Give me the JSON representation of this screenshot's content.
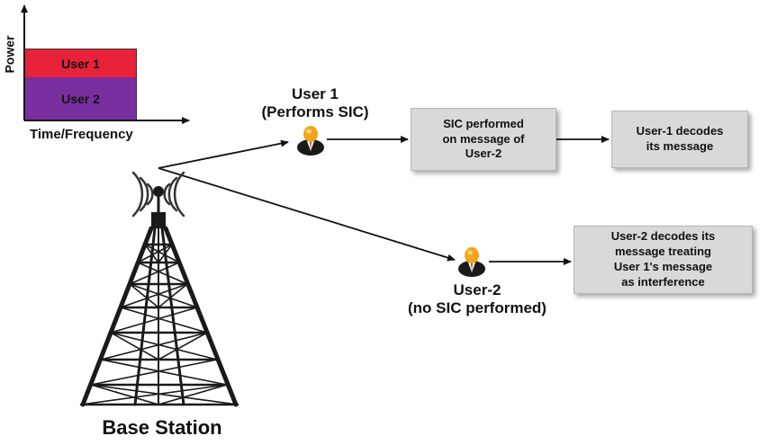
{
  "power_chart": {
    "y_label": "Power",
    "x_label": "Time/Frequency",
    "bands": [
      {
        "label": "User 1",
        "color": "#e8223a"
      },
      {
        "label": "User 2",
        "color": "#7a2fa0"
      }
    ]
  },
  "base_station": {
    "label": "Base Station"
  },
  "user1": {
    "name": "User 1",
    "note": "(Performs SIC)"
  },
  "user2": {
    "name": "User-2",
    "note": "(no SIC performed)"
  },
  "steps": {
    "sic": "SIC performed\non message of\nUser-2",
    "user1_decode": "User-1 decodes\nits message",
    "user2_decode": "User-2 decodes its\nmessage treating\nUser 1's message\nas interference"
  },
  "icons": {
    "tower": "cell-tower-icon",
    "signal": "radio-waves-icon",
    "user": "person-avatar-icon"
  },
  "colors": {
    "box_fill": "#d9d9d9",
    "avatar_head": "#f2a51c",
    "avatar_body": "#1a1a1a"
  }
}
